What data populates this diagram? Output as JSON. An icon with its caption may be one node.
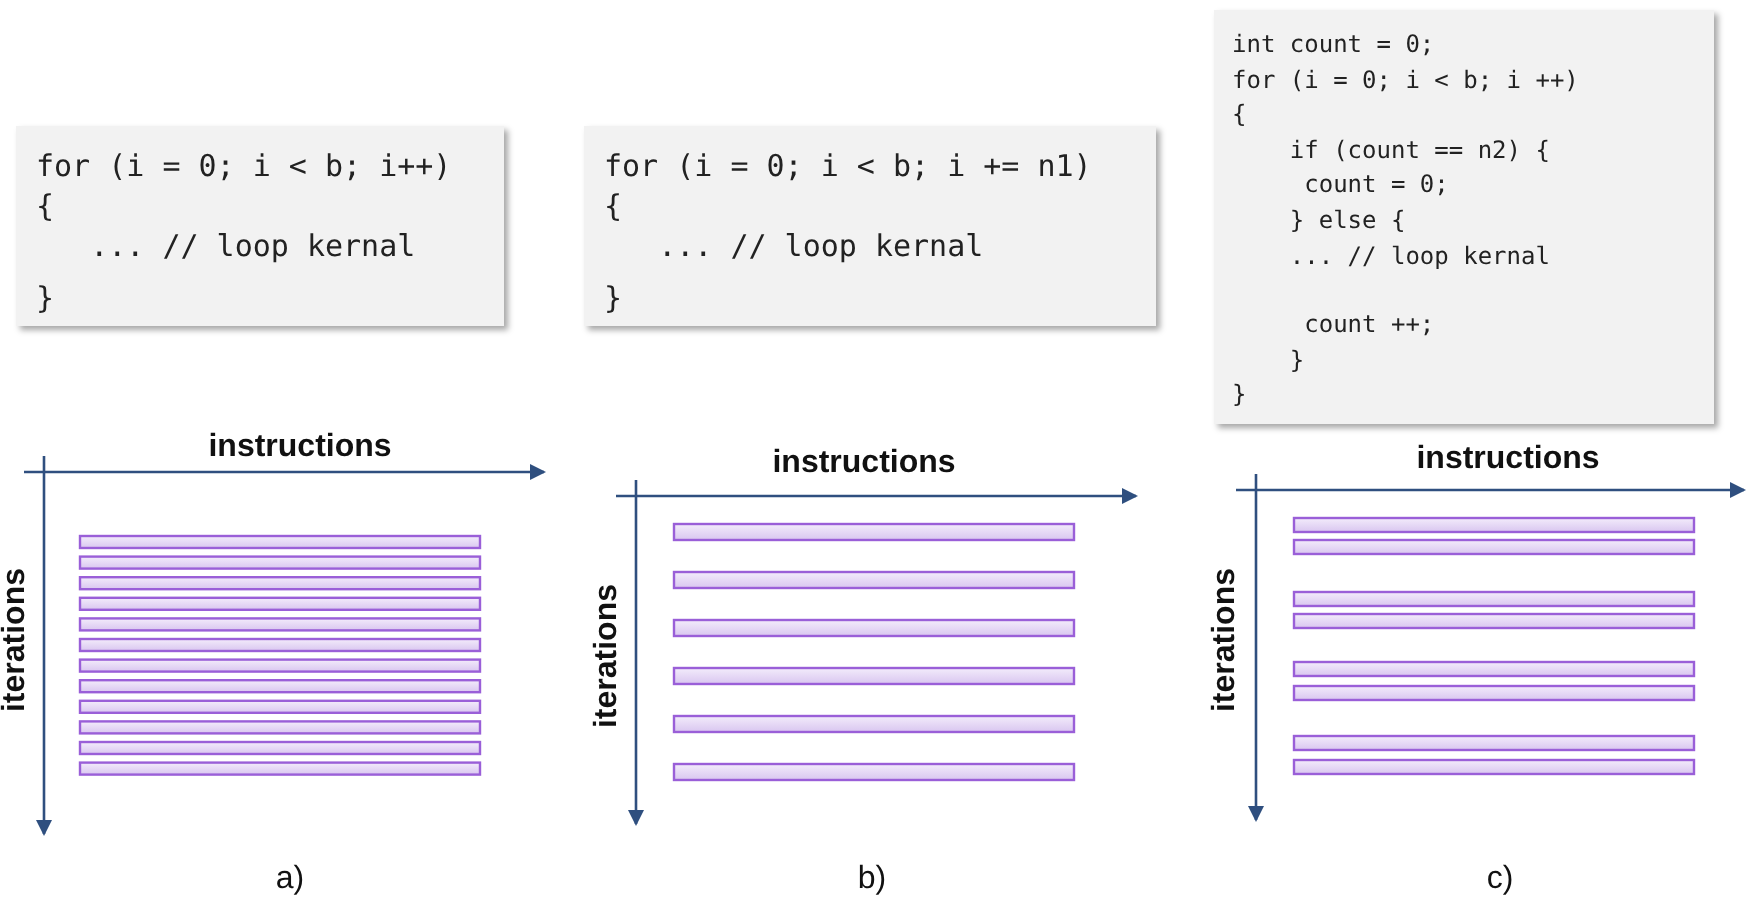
{
  "diagram": {
    "nodes": [
      {
        "text": [
          "for (i = 0; i < b; i++)",
          "{",
          "   ... // loop kernal",
          "}"
        ]
      },
      {
        "text": [
          "for (i = 0; i < b; i += n1)",
          "{",
          "   ... // loop kernal",
          "}"
        ]
      },
      {
        "text": [
          "int count = 0;",
          "for (i = 0; i < b; i ++)",
          "{",
          "    if (count == n2) {",
          "     count = 0;",
          "    } else {",
          "    ... // loop kernal",
          "     count ++;",
          "    }",
          "}"
        ]
      }
    ],
    "labels": [
      "instructions",
      "iterations",
      "a)",
      "instructions",
      "iterations",
      "b)",
      "instructions",
      "iterations",
      "c)"
    ]
  }
}
